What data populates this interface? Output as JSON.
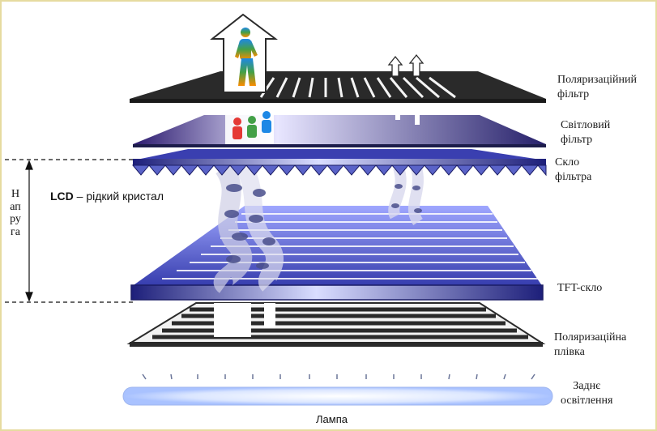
{
  "labels": {
    "polarizing_filter": [
      "Поляризаційний",
      "фільтр"
    ],
    "light_filter": [
      "Світловий",
      "фільтр"
    ],
    "filter_glass": [
      "Скло",
      "фільтра"
    ],
    "tft_glass": "TFT-скло",
    "polarizing_film": [
      "Поляризаційна",
      "плівка"
    ],
    "backlight": [
      "Заднє",
      "освітлення"
    ],
    "lcd_prefix": "LCD",
    "lcd_text": " – рідкий кристал",
    "voltage": "Напруга",
    "lamp": "Лампа"
  },
  "colors": {
    "dark_plate": "#2a2a2a",
    "blue_plate": "#2d2f9a",
    "light_blue": "#b9c0ff",
    "lamp_glow": "#cfe0ff",
    "frame": "#e6dba0"
  }
}
